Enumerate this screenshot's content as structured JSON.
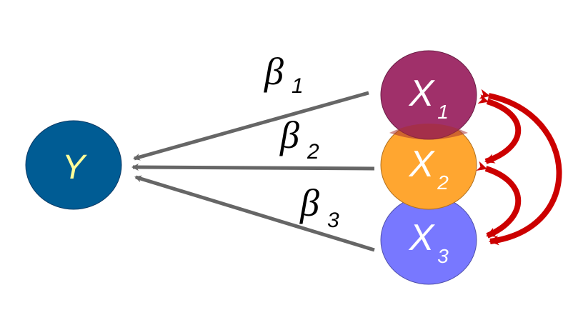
{
  "nodes": {
    "y": {
      "label": "Y",
      "fill": "#005C94",
      "text_color": "#FFFF99"
    },
    "x1": {
      "label": "X",
      "subscript": "1",
      "fill": "#A0306A",
      "text_color": "#FFFFFF"
    },
    "x2": {
      "label": "X",
      "subscript": "2",
      "fill": "#FFA630",
      "text_color": "#FFFFFF"
    },
    "x3": {
      "label": "X",
      "subscript": "3",
      "fill": "#7878FF",
      "text_color": "#FFFFFF"
    }
  },
  "coefficients": [
    {
      "symbol": "β",
      "subscript": "1"
    },
    {
      "symbol": "β",
      "subscript": "2"
    },
    {
      "symbol": "β",
      "subscript": "3"
    }
  ],
  "colors": {
    "path_arrow": "#666666",
    "correlation_arrow": "#CC0000",
    "text": "#000000"
  }
}
